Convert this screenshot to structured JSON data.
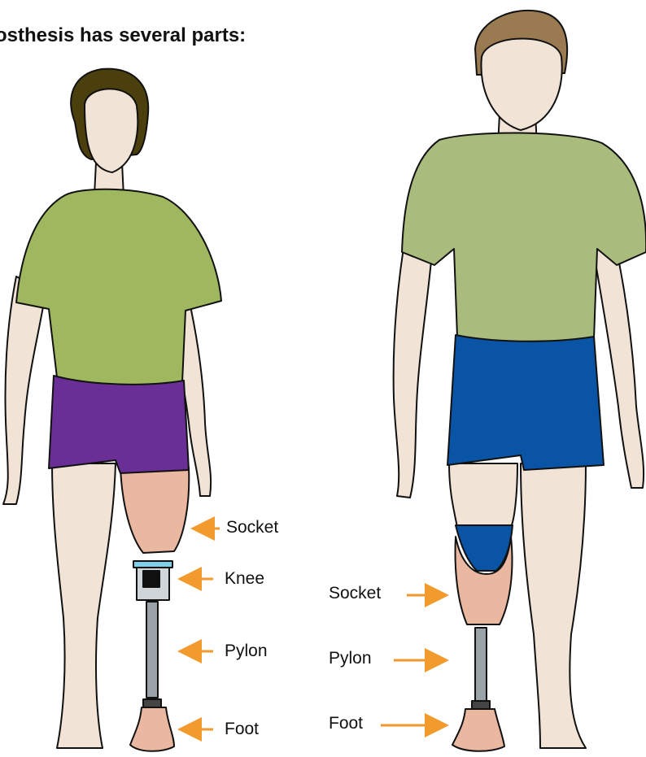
{
  "title": "osthesis has several parts:",
  "left_figure": {
    "labels": {
      "socket": "Socket",
      "knee": "Knee",
      "pylon": "Pylon",
      "foot": "Foot"
    }
  },
  "right_figure": {
    "labels": {
      "socket": "Socket",
      "pylon": "Pylon",
      "foot": "Foot"
    }
  },
  "colors": {
    "skin": "#f1e4d6",
    "hair_left": "#4a3f0d",
    "hair_right": "#9a7a50",
    "shirt": "#a9bc7e",
    "shirt_left": "#9fb85f",
    "shorts_left": "#6a2f96",
    "shorts_right": "#0a54a6",
    "socket": "#eab7a0",
    "arrow": "#f29a2e",
    "metal": "#9aa3a8"
  }
}
